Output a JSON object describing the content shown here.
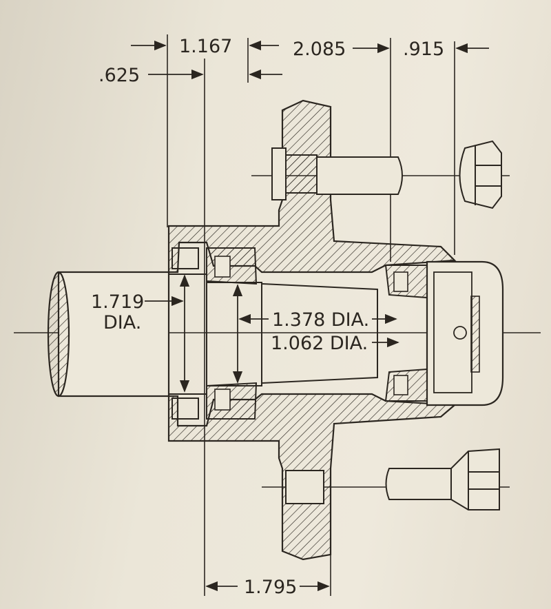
{
  "dimensions": {
    "top_1": "1.167",
    "top_2": "2.085",
    "top_3": ".915",
    "left_1": ".625",
    "shaft_dia_value": "1.719",
    "shaft_dia_unit": "DIA.",
    "inner_dia_1": "1.378 DIA.",
    "inner_dia_2": "1.062 DIA.",
    "bottom_1": "1.795"
  },
  "colors": {
    "paper": "#ebe6d8",
    "ink": "#2b2620"
  }
}
